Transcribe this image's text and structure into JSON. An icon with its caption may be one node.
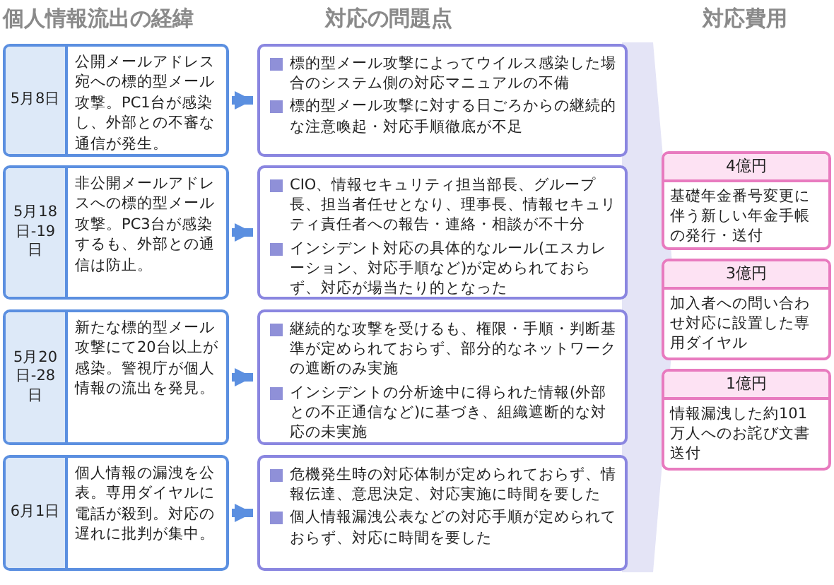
{
  "diagram": {
    "nodes": [
      {
        "text": [
          "5月8日",
          "公開メールアドレス宛への標的型メール攻撃。PC1台が感染し、外部との不審な通信が発生。"
        ]
      },
      {
        "text": [
          "5月18日-19日",
          "非公開メールアドレスへの標的型メール攻撃。PC3台が感染するも、外部との通信は防止。"
        ]
      },
      {
        "text": [
          "5月20日-28日",
          "新たな標的型メール攻撃にて20台以上が感染。警視庁が個人情報の流出を発見。"
        ]
      },
      {
        "text": [
          "6月1日",
          "個人情報の漏洩を公表。専用ダイヤルに電話が殺到。対応の遅れに批判が集中。"
        ]
      },
      {
        "text": [
          "標的型メール攻撃によってウイルス感染した場合のシステム側の対応マニュアルの不備",
          "標的型メール攻撃に対する日ごろからの継続的な注意喚起・対応手順徹底が不足"
        ]
      },
      {
        "text": [
          "CIO、情報セキュリティ担当部長、グループ長、担当者任せとなり、理事長、情報セキュリティ責任者への報告・連絡・相談が不十分",
          "インシデント対応の具体的なルール(エスカレーション、対応手順など)が定められておらず、対応が場当たり的となった"
        ]
      },
      {
        "text": [
          "継続的な攻撃を受けるも、権限・手順・判断基準が定められておらず、部分的なネットワークの遮断のみ実施",
          "インシデントの分析途中に得られた情報(外部との不正通信など)に基づき、組織遮断的な対応の未実施"
        ]
      },
      {
        "text": [
          "危機発生時の対応体制が定められておらず、情報伝達、意思決定、対応実施に時間を要した",
          "個人情報漏洩公表などの対応手順が定められておらず、対応に時間を要した"
        ]
      },
      {
        "text": [
          "4億円",
          "基礎年金番号変更に伴う新しい年金手帳の発行・送付"
        ]
      },
      {
        "text": [
          "3億円",
          "加入者への問い合わせ対応に設置した専用ダイヤル"
        ]
      },
      {
        "text": [
          "1億円",
          "情報漏洩した約101万人へのお詫び文書送付"
        ]
      }
    ],
    "edges": [
      {
        "from": 0,
        "to": 4,
        "arrow": "to"
      },
      {
        "from": 1,
        "to": 5,
        "arrow": "to"
      },
      {
        "from": 2,
        "to": 6,
        "arrow": "to"
      },
      {
        "from": 3,
        "to": 7,
        "arrow": "to"
      }
    ],
    "labels": [
      "個人情報流出の経緯",
      "対応の問題点",
      "対応費用"
    ]
  }
}
